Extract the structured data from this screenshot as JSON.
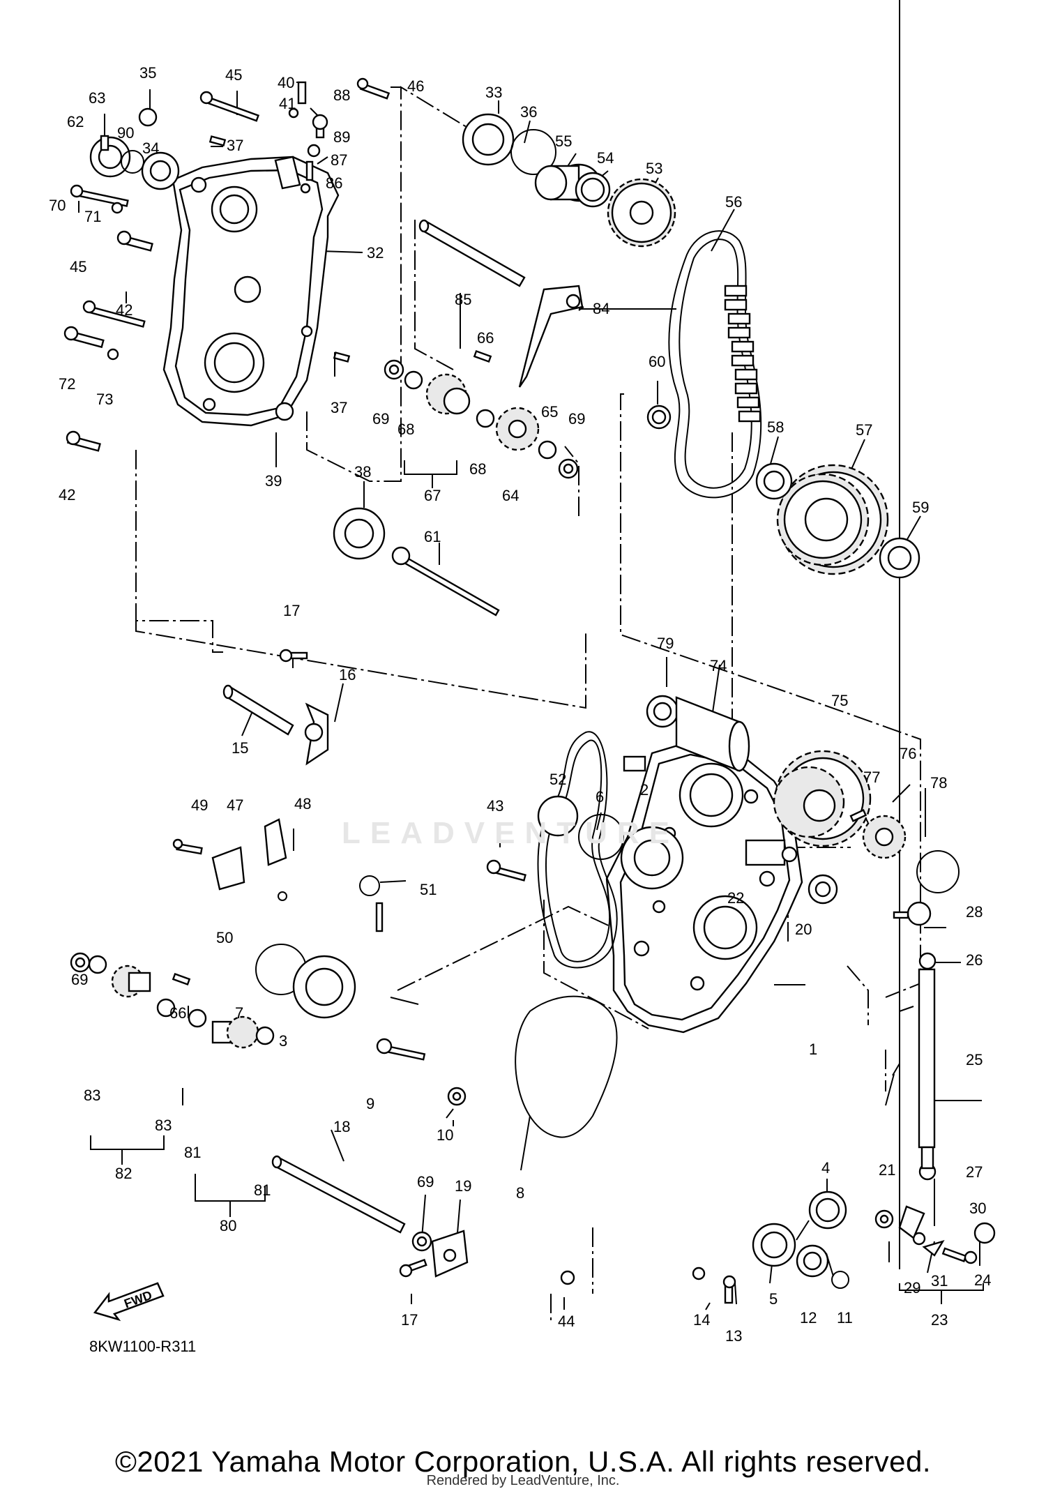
{
  "diagram_code": "8KW1100-R311",
  "footer": "©2021 Yamaha Motor Corporation, U.S.A. All rights reserved.",
  "render_credit": "Rendered by LeadVenture, Inc.",
  "watermark": "LEADVENTURE",
  "fwd_label": "FWD",
  "callouts": [
    {
      "id": "c35",
      "text": "35"
    },
    {
      "id": "c45a",
      "text": "45"
    },
    {
      "id": "c40",
      "text": "40"
    },
    {
      "id": "c88",
      "text": "88"
    },
    {
      "id": "c46",
      "text": "46"
    },
    {
      "id": "c63",
      "text": "63"
    },
    {
      "id": "c41",
      "text": "41"
    },
    {
      "id": "c89",
      "text": "89"
    },
    {
      "id": "c62",
      "text": "62"
    },
    {
      "id": "c90",
      "text": "90"
    },
    {
      "id": "c37a",
      "text": "37"
    },
    {
      "id": "c87",
      "text": "87"
    },
    {
      "id": "c34",
      "text": "34"
    },
    {
      "id": "c86",
      "text": "86"
    },
    {
      "id": "c70",
      "text": "70"
    },
    {
      "id": "c71",
      "text": "71"
    },
    {
      "id": "c32",
      "text": "32"
    },
    {
      "id": "c45b",
      "text": "45"
    },
    {
      "id": "c42a",
      "text": "42"
    },
    {
      "id": "c72",
      "text": "72"
    },
    {
      "id": "c73",
      "text": "73"
    },
    {
      "id": "c37b",
      "text": "37"
    },
    {
      "id": "c39",
      "text": "39"
    },
    {
      "id": "c42b",
      "text": "42"
    },
    {
      "id": "c33",
      "text": "33"
    },
    {
      "id": "c36",
      "text": "36"
    },
    {
      "id": "c55",
      "text": "55"
    },
    {
      "id": "c54",
      "text": "54"
    },
    {
      "id": "c53",
      "text": "53"
    },
    {
      "id": "c56",
      "text": "56"
    },
    {
      "id": "c85",
      "text": "85"
    },
    {
      "id": "c84",
      "text": "84"
    },
    {
      "id": "c66a",
      "text": "66"
    },
    {
      "id": "c69a",
      "text": "69"
    },
    {
      "id": "c68a",
      "text": "68"
    },
    {
      "id": "c68b",
      "text": "68"
    },
    {
      "id": "c65",
      "text": "65"
    },
    {
      "id": "c69b",
      "text": "69"
    },
    {
      "id": "c67",
      "text": "67"
    },
    {
      "id": "c64",
      "text": "64"
    },
    {
      "id": "c60",
      "text": "60"
    },
    {
      "id": "c58",
      "text": "58"
    },
    {
      "id": "c57",
      "text": "57"
    },
    {
      "id": "c59",
      "text": "59"
    },
    {
      "id": "c38",
      "text": "38"
    },
    {
      "id": "c61",
      "text": "61"
    },
    {
      "id": "c17a",
      "text": "17"
    },
    {
      "id": "c16",
      "text": "16"
    },
    {
      "id": "c15",
      "text": "15"
    },
    {
      "id": "c79",
      "text": "79"
    },
    {
      "id": "c74",
      "text": "74"
    },
    {
      "id": "c75",
      "text": "75"
    },
    {
      "id": "c52",
      "text": "52"
    },
    {
      "id": "c6",
      "text": "6"
    },
    {
      "id": "c2",
      "text": "2"
    },
    {
      "id": "c43",
      "text": "43"
    },
    {
      "id": "c77",
      "text": "77"
    },
    {
      "id": "c76",
      "text": "76"
    },
    {
      "id": "c78",
      "text": "78"
    },
    {
      "id": "c49",
      "text": "49"
    },
    {
      "id": "c47",
      "text": "47"
    },
    {
      "id": "c48",
      "text": "48"
    },
    {
      "id": "c22",
      "text": "22"
    },
    {
      "id": "c20",
      "text": "20"
    },
    {
      "id": "c51",
      "text": "51"
    },
    {
      "id": "c28",
      "text": "28"
    },
    {
      "id": "c50",
      "text": "50"
    },
    {
      "id": "c26",
      "text": "26"
    },
    {
      "id": "c7",
      "text": "7"
    },
    {
      "id": "c3",
      "text": "3"
    },
    {
      "id": "c69c",
      "text": "69"
    },
    {
      "id": "c66b",
      "text": "66"
    },
    {
      "id": "c25",
      "text": "25"
    },
    {
      "id": "c1",
      "text": "1"
    },
    {
      "id": "c9",
      "text": "9"
    },
    {
      "id": "c10",
      "text": "10"
    },
    {
      "id": "c83a",
      "text": "83"
    },
    {
      "id": "c83b",
      "text": "83"
    },
    {
      "id": "c18",
      "text": "18"
    },
    {
      "id": "c81a",
      "text": "81"
    },
    {
      "id": "c82",
      "text": "82"
    },
    {
      "id": "c81b",
      "text": "81"
    },
    {
      "id": "c80",
      "text": "80"
    },
    {
      "id": "c69d",
      "text": "69"
    },
    {
      "id": "c19",
      "text": "19"
    },
    {
      "id": "c4",
      "text": "4"
    },
    {
      "id": "c21",
      "text": "21"
    },
    {
      "id": "c27",
      "text": "27"
    },
    {
      "id": "c8",
      "text": "8"
    },
    {
      "id": "c30",
      "text": "30"
    },
    {
      "id": "c17b",
      "text": "17"
    },
    {
      "id": "c44",
      "text": "44"
    },
    {
      "id": "c14",
      "text": "14"
    },
    {
      "id": "c13",
      "text": "13"
    },
    {
      "id": "c5",
      "text": "5"
    },
    {
      "id": "c12",
      "text": "12"
    },
    {
      "id": "c11",
      "text": "11"
    },
    {
      "id": "c29",
      "text": "29"
    },
    {
      "id": "c31",
      "text": "31"
    },
    {
      "id": "c24",
      "text": "24"
    },
    {
      "id": "c23",
      "text": "23"
    }
  ]
}
